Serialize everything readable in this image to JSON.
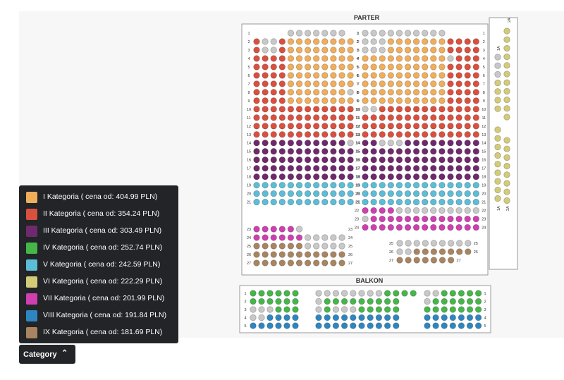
{
  "sections": {
    "parter": "PARTER",
    "balkon": "BALKON",
    "side_top_label": "2A",
    "side_top_label2": "1A",
    "side_bottom_label": "1A",
    "side_bottom_label2": "2A"
  },
  "legend": {
    "items": [
      {
        "label": "I Kategoria ( cena od: 404.99 PLN)",
        "color": "#f0ad5a"
      },
      {
        "label": "II Kategoria ( cena od: 354.24 PLN)",
        "color": "#d9503f"
      },
      {
        "label": "III Kategoria ( cena od: 303.49 PLN)",
        "color": "#6f2a6e"
      },
      {
        "label": "IV Kategoria ( cena od: 252.74 PLN)",
        "color": "#45b649"
      },
      {
        "label": "V Kategoria ( cena od: 242.59 PLN)",
        "color": "#5bbdd6"
      },
      {
        "label": "VI Kategoria ( cena od: 222.29 PLN)",
        "color": "#d3cb78"
      },
      {
        "label": "VII Kategoria ( cena od: 201.99 PLN)",
        "color": "#cf3fb0"
      },
      {
        "label": "VIII Kategoria ( cena od: 191.84 PLN)",
        "color": "#2e86c1"
      },
      {
        "label": "IX Kategoria ( cena od: 181.69 PLN)",
        "color": "#a88560"
      }
    ]
  },
  "category_button": {
    "label": "Category",
    "icon": "chevron-up-icon"
  },
  "unavailable_color": "#c8c8c8",
  "parter_row_labels": [
    "1",
    "2",
    "3",
    "4",
    "5",
    "6",
    "7",
    "8",
    "9",
    "10",
    "11",
    "12",
    "13",
    "14",
    "15",
    "16",
    "17",
    "18",
    "19",
    "20",
    "21",
    "22",
    "23",
    "24",
    "25",
    "26",
    "27"
  ],
  "balkon_row_labels": [
    "1",
    "2",
    "3",
    "4",
    "5"
  ]
}
